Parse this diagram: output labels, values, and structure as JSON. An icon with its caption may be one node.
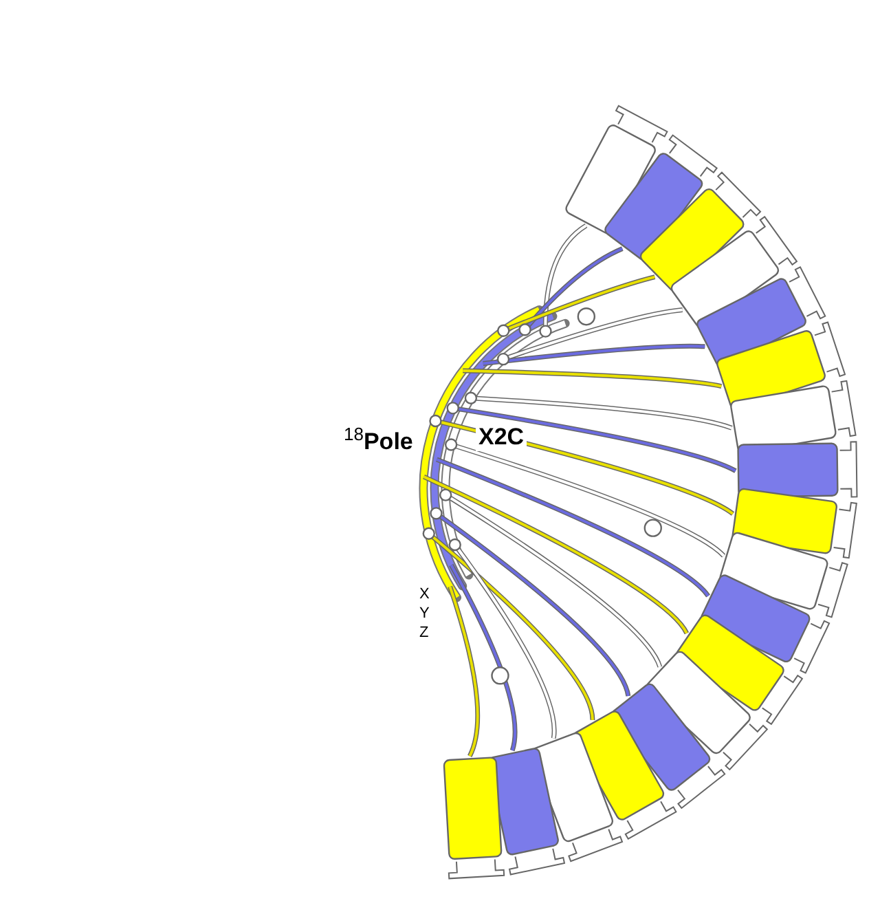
{
  "diagram": {
    "labels": [
      "$^{18}$Pole",
      "X2C",
      "X",
      "Y",
      "Z"
    ]
  }
}
